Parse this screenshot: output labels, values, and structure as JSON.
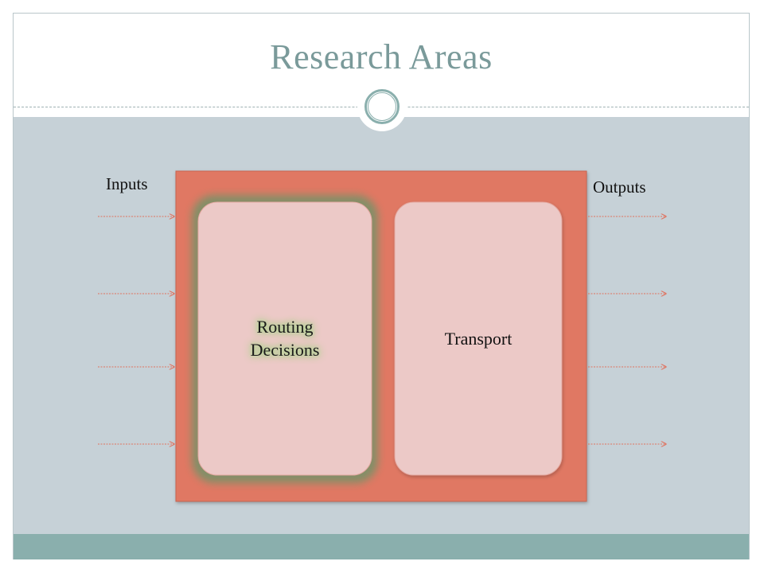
{
  "title": "Research Areas",
  "labels": {
    "inputs": "Inputs",
    "outputs": "Outputs",
    "routing": "Routing Decisions",
    "transport": "Transport"
  },
  "arrows": {
    "input_count": 4,
    "output_count": 4
  },
  "colors": {
    "title": "#7a9a9a",
    "content_bg": "#c6d1d7",
    "footer": "#8aafad",
    "outer_box": "#e07864",
    "inner_box": "#ecc9c7",
    "glow": "#7f8f6a",
    "arrow": "#e0735f"
  }
}
